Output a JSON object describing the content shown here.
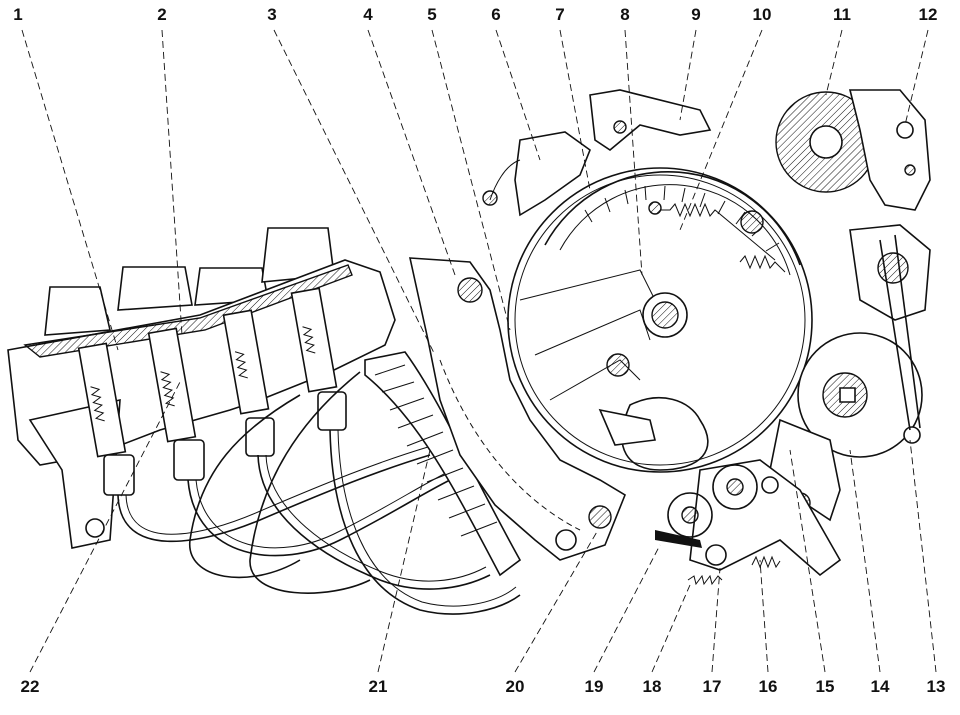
{
  "diagram": {
    "callouts": [
      {
        "id": "c1",
        "text": "1"
      },
      {
        "id": "c2",
        "text": "2"
      },
      {
        "id": "c3",
        "text": "3"
      },
      {
        "id": "c4",
        "text": "4"
      },
      {
        "id": "c5",
        "text": "5"
      },
      {
        "id": "c6",
        "text": "6"
      },
      {
        "id": "c7",
        "text": "7"
      },
      {
        "id": "c8",
        "text": "8"
      },
      {
        "id": "c9",
        "text": "9"
      },
      {
        "id": "c10",
        "text": "10"
      },
      {
        "id": "c11",
        "text": "11"
      },
      {
        "id": "c12",
        "text": "12"
      },
      {
        "id": "c13",
        "text": "13"
      },
      {
        "id": "c14",
        "text": "14"
      },
      {
        "id": "c15",
        "text": "15"
      },
      {
        "id": "c16",
        "text": "16"
      },
      {
        "id": "c17",
        "text": "17"
      },
      {
        "id": "c18",
        "text": "18"
      },
      {
        "id": "c19",
        "text": "19"
      },
      {
        "id": "c20",
        "text": "20"
      },
      {
        "id": "c21",
        "text": "21"
      },
      {
        "id": "c22",
        "text": "22"
      }
    ],
    "colors": {
      "ink": "#111111",
      "paper": "#ffffff"
    }
  }
}
